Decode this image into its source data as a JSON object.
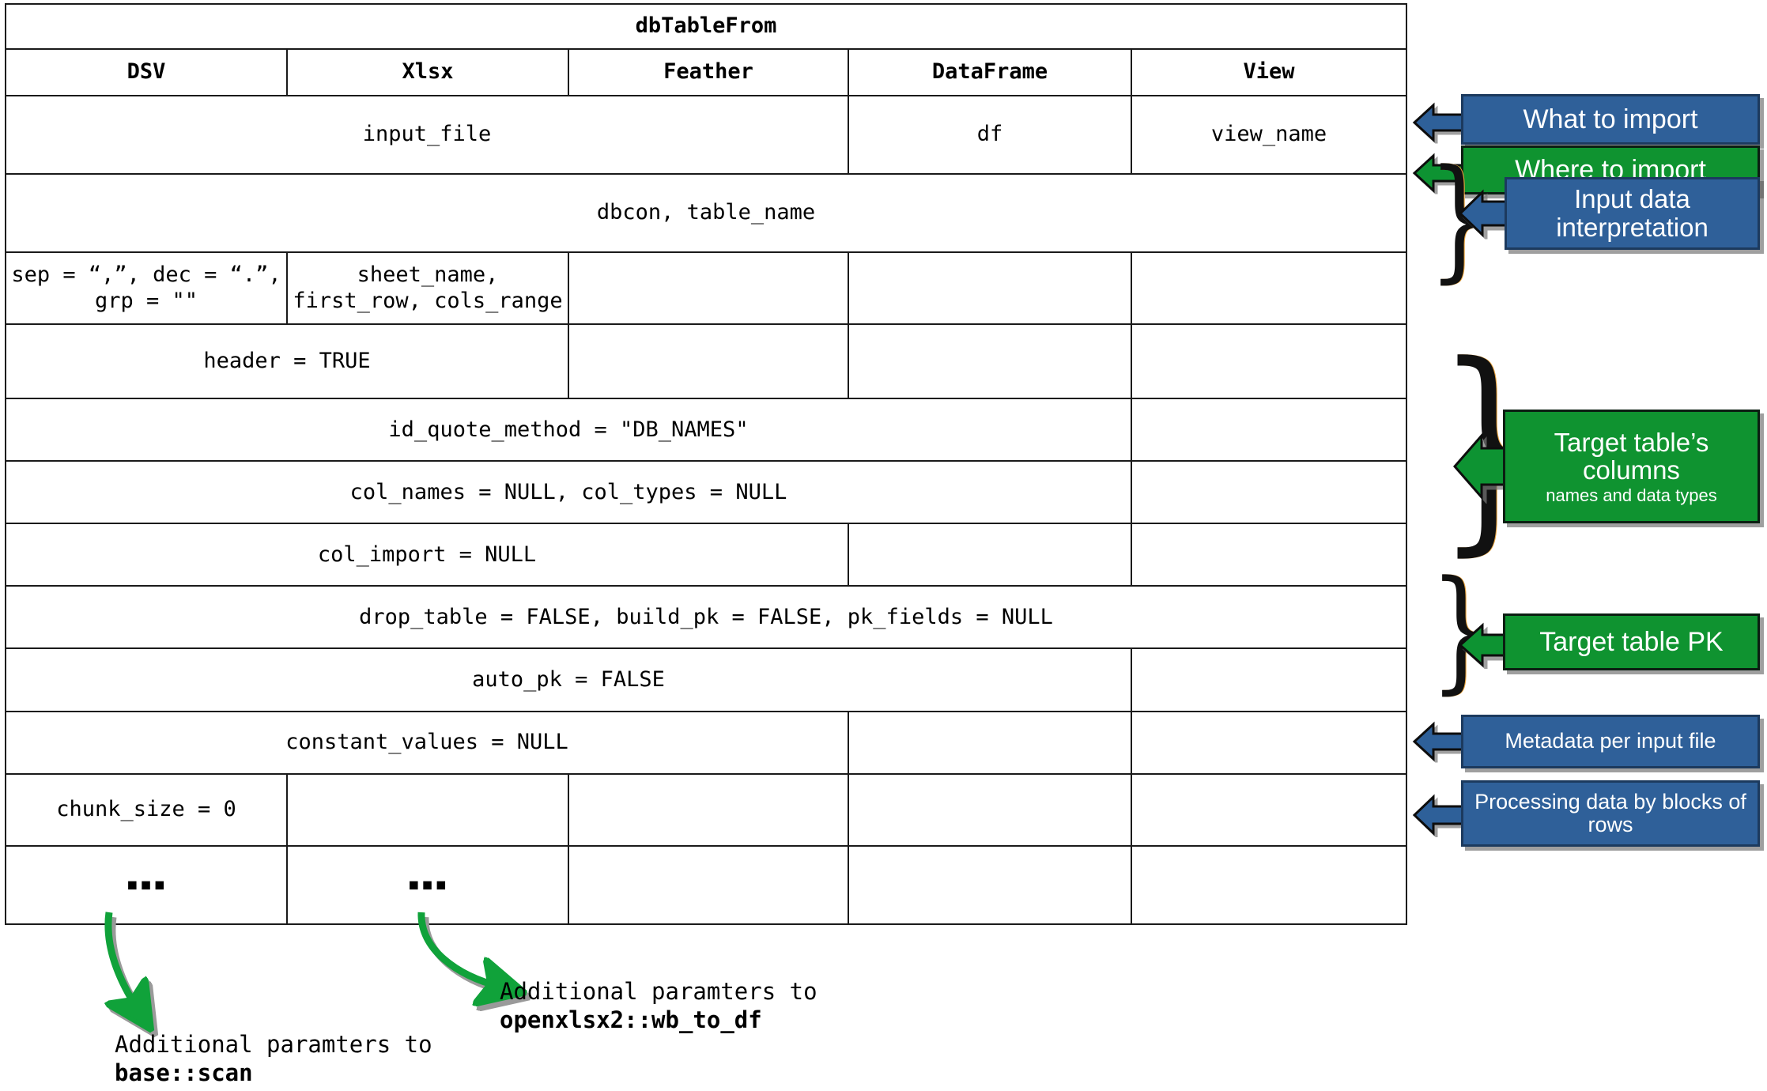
{
  "table": {
    "title": "dbTableFrom",
    "columns": [
      "DSV",
      "Xlsx",
      "Feather",
      "DataFrame",
      "View"
    ],
    "rows": [
      {
        "name": "input-row",
        "cells": [
          {
            "text": "input_file",
            "span": 3,
            "state": "filled"
          },
          {
            "text": "df",
            "span": 1,
            "state": "filled"
          },
          {
            "text": "view_name",
            "span": 1,
            "state": "filled"
          }
        ]
      },
      {
        "name": "dbcon-row",
        "cells": [
          {
            "text": "dbcon, table_name",
            "span": 5,
            "state": "filled"
          }
        ]
      },
      {
        "name": "sep-row",
        "cells": [
          {
            "text": "sep = “,”, dec = “.”, grp = \"\"",
            "span": 1,
            "state": "filled"
          },
          {
            "text": "sheet_name, first_row, cols_range",
            "span": 1,
            "state": "filled"
          },
          {
            "text": "",
            "span": 1,
            "state": "na"
          },
          {
            "text": "",
            "span": 1,
            "state": "na"
          },
          {
            "text": "",
            "span": 1,
            "state": "na"
          }
        ]
      },
      {
        "name": "header-row",
        "cells": [
          {
            "text": "header = TRUE",
            "span": 2,
            "state": "filled"
          },
          {
            "text": "",
            "span": 1,
            "state": "na"
          },
          {
            "text": "",
            "span": 1,
            "state": "na"
          },
          {
            "text": "",
            "span": 1,
            "state": "na"
          }
        ]
      },
      {
        "name": "id-quote-method-row",
        "cells": [
          {
            "text": "id_quote_method = \"DB_NAMES\"",
            "span": 4,
            "state": "filled"
          },
          {
            "text": "",
            "span": 1,
            "state": "na"
          }
        ]
      },
      {
        "name": "col-names-row",
        "cells": [
          {
            "text": "col_names = NULL, col_types = NULL",
            "span": 4,
            "state": "filled"
          },
          {
            "text": "",
            "span": 1,
            "state": "na"
          }
        ]
      },
      {
        "name": "col-import-row",
        "cells": [
          {
            "text": "col_import = NULL",
            "span": 3,
            "state": "filled"
          },
          {
            "text": "",
            "span": 1,
            "state": "na"
          },
          {
            "text": "",
            "span": 1,
            "state": "na"
          }
        ]
      },
      {
        "name": "drop-table-row",
        "cells": [
          {
            "text": "drop_table = FALSE, build_pk = FALSE, pk_fields = NULL",
            "span": 5,
            "state": "filled"
          }
        ]
      },
      {
        "name": "auto-pk-row",
        "cells": [
          {
            "text": "auto_pk = FALSE",
            "span": 4,
            "state": "filled"
          },
          {
            "text": "",
            "span": 1,
            "state": "na"
          }
        ]
      },
      {
        "name": "constant-values-row",
        "cells": [
          {
            "text": "constant_values = NULL",
            "span": 3,
            "state": "filled"
          },
          {
            "text": "",
            "span": 1,
            "state": "na"
          },
          {
            "text": "",
            "span": 1,
            "state": "na"
          }
        ]
      },
      {
        "name": "chunk-size-row",
        "cells": [
          {
            "text": "chunk_size = 0",
            "span": 1,
            "state": "filled"
          },
          {
            "text": "",
            "span": 1,
            "state": "na"
          },
          {
            "text": "",
            "span": 1,
            "state": "na"
          },
          {
            "text": "",
            "span": 1,
            "state": "na"
          },
          {
            "text": "",
            "span": 1,
            "state": "na"
          }
        ]
      },
      {
        "name": "ellipsis-row",
        "cells": [
          {
            "text": "▪▪▪",
            "span": 1,
            "state": "dots"
          },
          {
            "text": "▪▪▪",
            "span": 1,
            "state": "dots"
          },
          {
            "text": "",
            "span": 1,
            "state": "na"
          },
          {
            "text": "",
            "span": 1,
            "state": "na"
          },
          {
            "text": "",
            "span": 1,
            "state": "na"
          }
        ]
      }
    ]
  },
  "annotations": [
    {
      "id": "what-to-import",
      "label": "What to import",
      "sub": "",
      "color": "blue"
    },
    {
      "id": "where-to-import",
      "label": "Where to import",
      "sub": "",
      "color": "green"
    },
    {
      "id": "input-data-interpretation",
      "label": "Input data interpretation",
      "sub": "",
      "color": "blue"
    },
    {
      "id": "target-table-columns",
      "label": "Target table’s columns",
      "sub": "names and data types",
      "color": "green"
    },
    {
      "id": "target-table-pk",
      "label": "Target table PK",
      "sub": "",
      "color": "green"
    },
    {
      "id": "metadata-per-input-file",
      "label": "Metadata per input file",
      "sub": "",
      "color": "blue"
    },
    {
      "id": "processing-data-by-blocks",
      "label": "Processing data by blocks of rows",
      "sub": "",
      "color": "blue"
    }
  ],
  "captions": [
    {
      "id": "base-scan",
      "line1": "Additional paramters to",
      "line2": "base::scan"
    },
    {
      "id": "wb-to-df",
      "line1": "Additional paramters to",
      "line2": "openxlsx2::wb_to_df"
    }
  ],
  "colors": {
    "blue": "#2F6099",
    "green": "#0F9330",
    "na_gray": "#808080",
    "border": "#1a1a1a",
    "arrow_green": "#10A23A"
  }
}
